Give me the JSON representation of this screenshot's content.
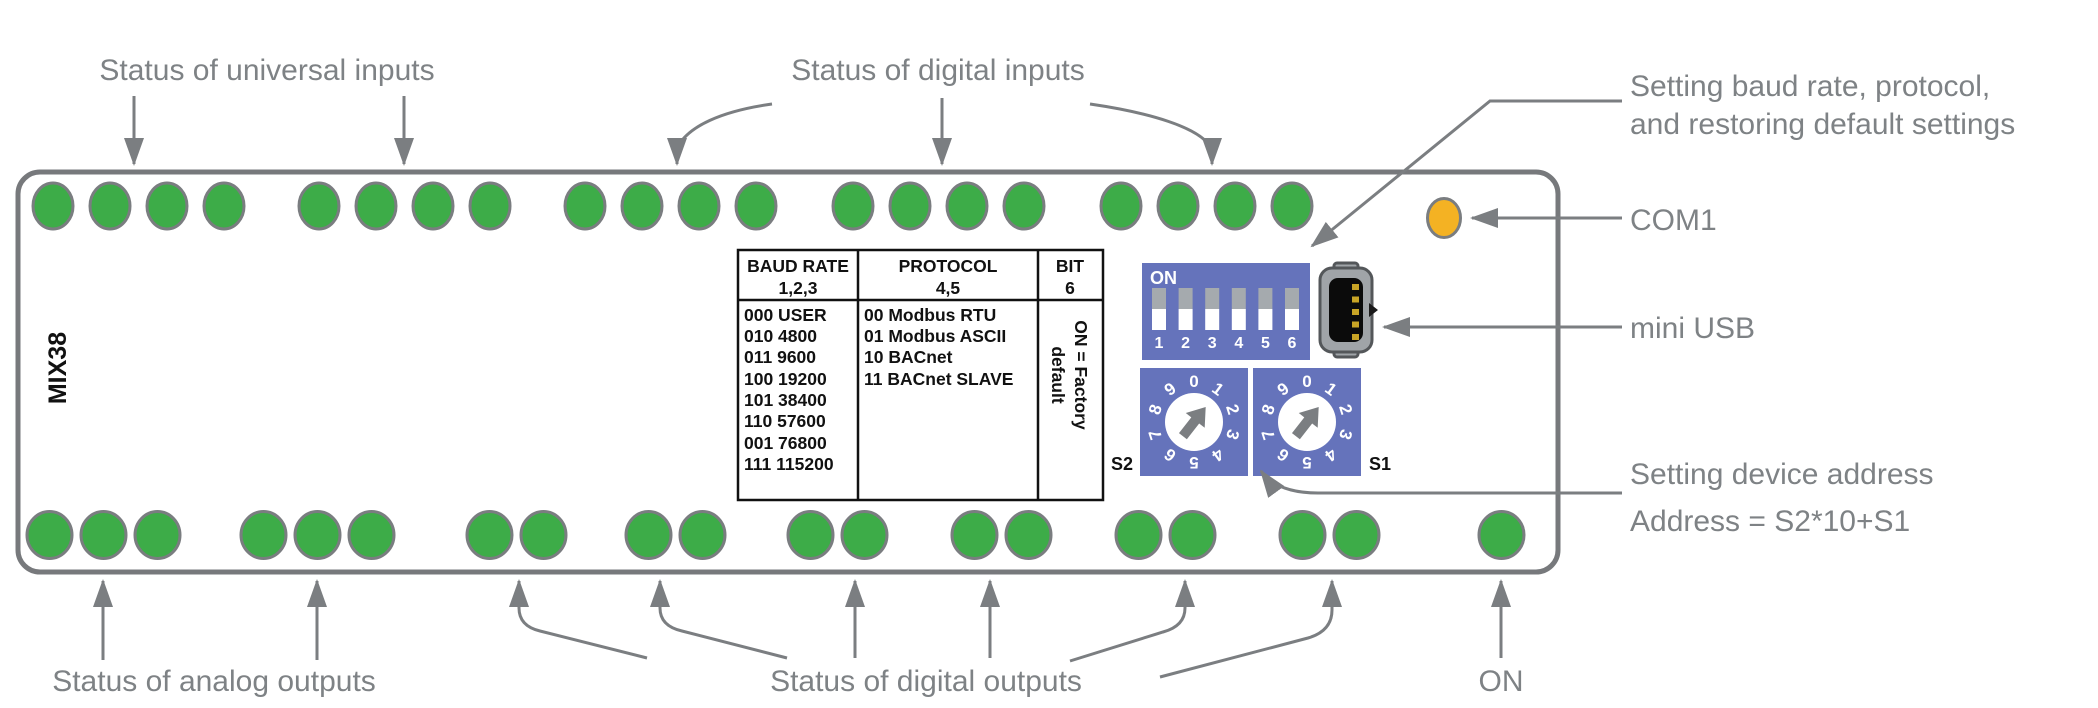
{
  "board": {
    "model_label": "MIX38"
  },
  "annotations": {
    "universal_inputs": "Status of universal inputs",
    "digital_inputs": "Status of digital inputs",
    "baud_setting_line1": "Setting baud rate, protocol,",
    "baud_setting_line2": "and restoring default settings",
    "com1": "COM1",
    "mini_usb": "mini USB",
    "device_address_line1": "Setting device address",
    "device_address_line2": "Address = S2*10+S1",
    "analog_outputs": "Status of analog outputs",
    "digital_outputs": "Status of digital outputs",
    "on": "ON"
  },
  "config_table": {
    "headers": {
      "baud_title": "BAUD RATE",
      "baud_bits": "1,2,3",
      "protocol_title": "PROTOCOL",
      "protocol_bits": "4,5",
      "bit_title": "BIT",
      "bit_number": "6"
    },
    "baud_rows": [
      "000 USER",
      "010 4800",
      "011 9600",
      "100 19200",
      "101 38400",
      "110 57600",
      "001 76800",
      "111 115200"
    ],
    "protocol_rows": [
      "00 Modbus RTU",
      "01 Modbus ASCII",
      "10 BACnet",
      "11 BACnet SLAVE"
    ],
    "bit_note_line1": "ON = Factory",
    "bit_note_line2": "default"
  },
  "dip_switch": {
    "on_label": "ON",
    "positions": [
      "1",
      "2",
      "3",
      "4",
      "5",
      "6"
    ]
  },
  "rotary_switches": {
    "digits": [
      "0",
      "1",
      "2",
      "3",
      "4",
      "5",
      "6",
      "7",
      "8",
      "9"
    ],
    "s2_label": "S2",
    "s1_label": "S1"
  },
  "colors": {
    "led_green": "#3dac48",
    "led_orange": "#f4b223",
    "switch_blue": "#6573bb",
    "annotation_gray": "#7e8285",
    "board_border": "#77797c",
    "line_gray": "#7b7e81"
  }
}
